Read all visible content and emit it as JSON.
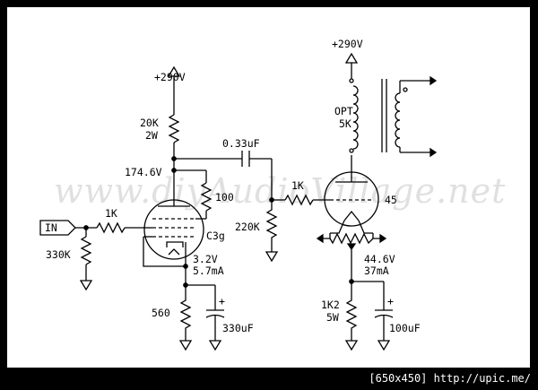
{
  "watermark": "www.diyAudioVillage.net",
  "footer": "[650x450] http://upic.me/",
  "labels": {
    "in": "IN",
    "r_in": "1K",
    "r_grid_leak": "330K",
    "b_plus_v1": "+290V",
    "r_plate_v1": "20K",
    "r_plate_v1_power": "2W",
    "v_plate_v1": "174.6V",
    "r_100": "100",
    "tube_v1": "C3g",
    "v_cathode_v1": "3.2V",
    "i_cathode_v1": "5.7mA",
    "r_cathode_v1": "560",
    "c_cathode_v1": "330uF",
    "c_coupling": "0.33uF",
    "r_grid_stopper_v2": "1K",
    "r_grid_v2": "220K",
    "b_plus_v2": "+290V",
    "opt": "OPT",
    "opt_imp": "5K",
    "tube_v2": "45",
    "v_filament_v2": "44.6V",
    "i_v2": "37mA",
    "r_cathode_v2": "1K2",
    "r_cathode_v2_power": "5W",
    "c_cathode_v2": "100uF",
    "plus_c1": "+",
    "plus_c2": "+"
  }
}
